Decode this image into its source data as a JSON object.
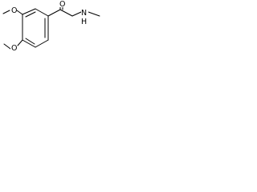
{
  "molecule": {
    "labels": {
      "carbonyl_oxygen": "O",
      "methoxy_oxygen_top": "O",
      "methoxy_oxygen_bottom": "O",
      "amine": "N",
      "amine_hydrogen": "H"
    }
  }
}
